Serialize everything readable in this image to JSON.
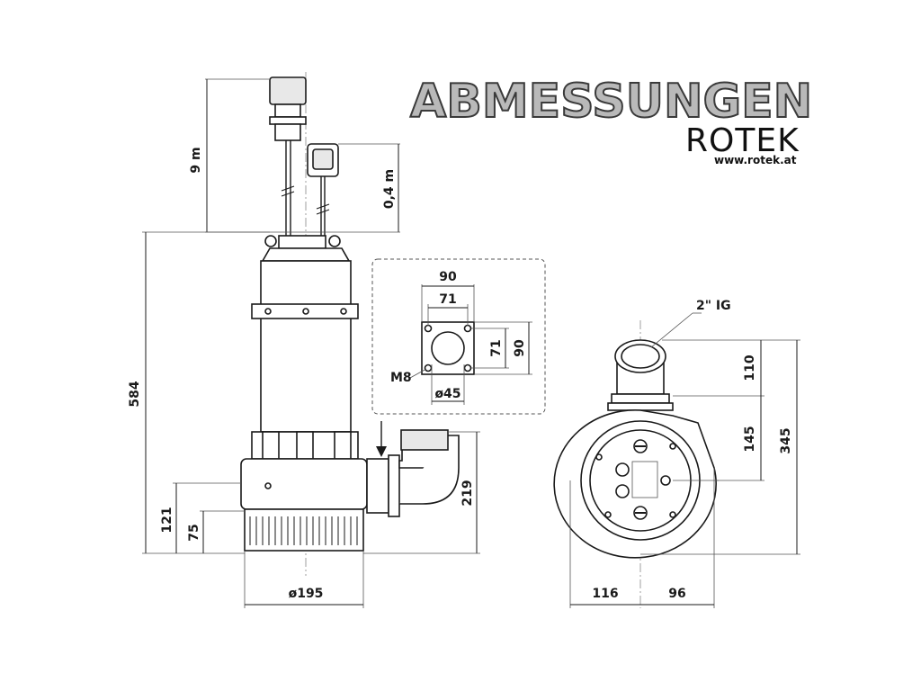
{
  "header": {
    "title": "ABMESSUNGEN",
    "brand": "ROTEK",
    "url": "www.rotek.at"
  },
  "side_view": {
    "cable_length": "9 m",
    "float_cable": "0,4 m",
    "height_total": "584",
    "height_outlet": "121",
    "height_inlet": "75",
    "height_discharge": "219",
    "diameter_base": "ø195"
  },
  "flange_detail": {
    "width_outer": "90",
    "width_inner": "71",
    "height_inner": "71",
    "height_outer": "90",
    "bolt": "M8",
    "bore": "ø45"
  },
  "top_view": {
    "thread": "2\" IG",
    "dim_outlet": "110",
    "dim_center": "145",
    "dim_total": "345",
    "width_left": "116",
    "width_right": "96"
  },
  "colors": {
    "title_fill": "#b9b9b9",
    "line": "#1a1a1a"
  }
}
